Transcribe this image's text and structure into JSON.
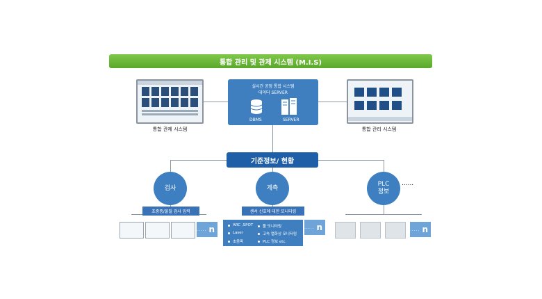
{
  "title": "통합 관리 및 관제 시스템 (M.I.S)",
  "server": {
    "title_line1": "실시간 공정 통합 시스템",
    "title_line2": "데이터 SERVER",
    "dbms": "DBMS",
    "server_label": "SERVER"
  },
  "left_system": "통합 관제 시스템",
  "right_system": "통합 관리 시스템",
  "standard_info": "기준정보/ 현황",
  "branches": [
    {
      "label": "검사",
      "sub": "초중종/물질 검사 입력"
    },
    {
      "label": "계측",
      "sub": "센서 신호에 대한 모니터링"
    },
    {
      "label_line1": "PLC",
      "label_line2": "정보"
    }
  ],
  "more_dots": "......",
  "n_label": "n",
  "n_dots": ".....",
  "measure_items": [
    "ARC ,SPOT",
    "Laser",
    "초음파",
    "툴 모니터링",
    "고속 열화상 모니터링",
    "PLC 정보 etc."
  ],
  "colors": {
    "banner": "#6bb93a",
    "navy": "#1f5fa8",
    "blue": "#3d7fc1"
  }
}
